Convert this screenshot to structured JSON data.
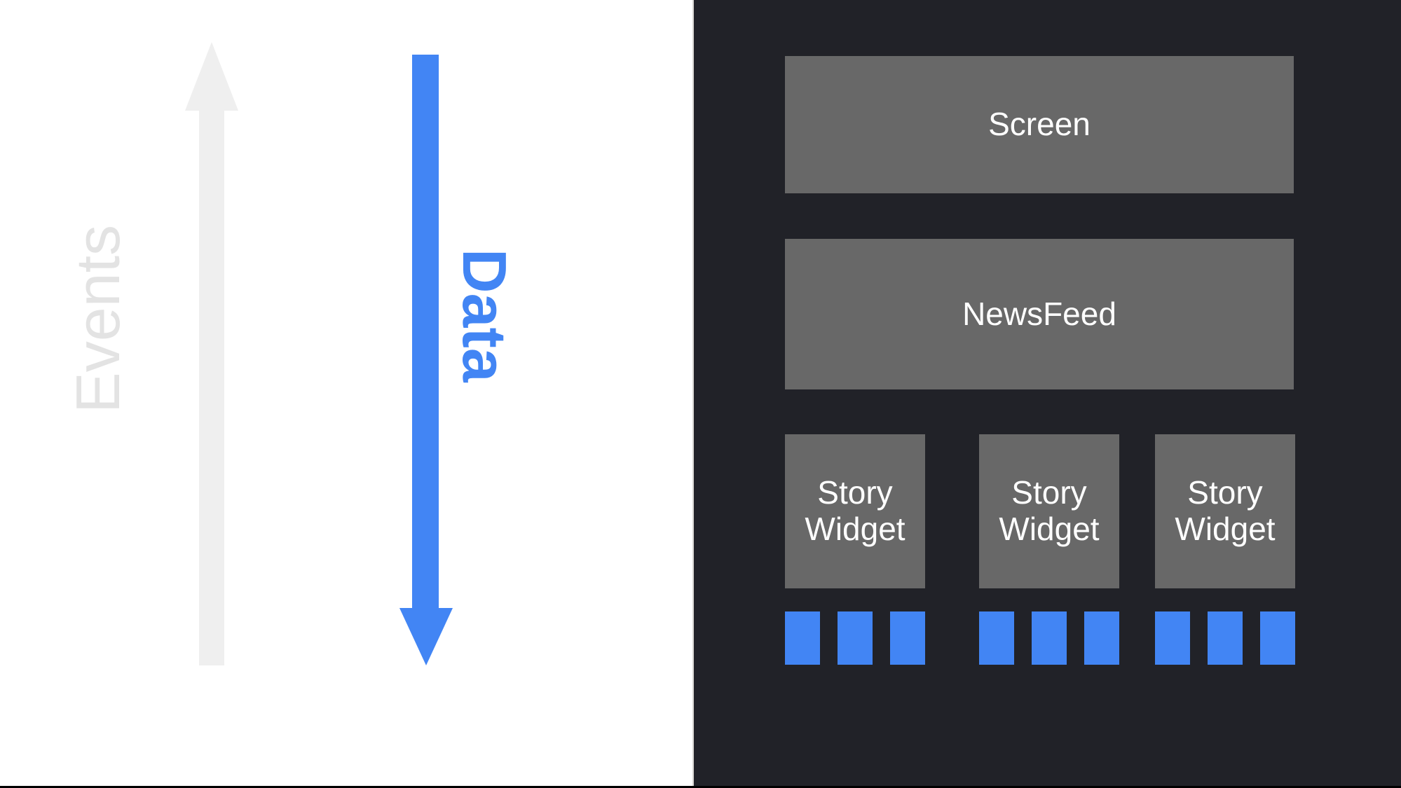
{
  "diagram": {
    "title": "Unidirectional data flow diagram",
    "colors": {
      "background_light": "#ffffff",
      "background_dark": "#212228",
      "box_grey": "#686868",
      "accent_blue": "#4285f4",
      "events_grey": "#efefef",
      "events_text_grey": "#e3e3e3",
      "box_text": "#ffffff"
    }
  },
  "flows": {
    "events": {
      "label": "Events",
      "direction": "up",
      "color": "#efefef"
    },
    "data": {
      "label": "Data",
      "direction": "down",
      "color": "#4285f4"
    }
  },
  "widget_tree": {
    "screen": {
      "label": "Screen"
    },
    "newsfeed": {
      "label": "NewsFeed"
    },
    "stories": [
      {
        "label": "Story\nWidget",
        "line1": "Story",
        "line2": "Widget",
        "bars": [
          "bar-1",
          "bar-2",
          "bar-3"
        ]
      },
      {
        "label": "Story\nWidget",
        "line1": "Story",
        "line2": "Widget",
        "bars": [
          "bar-1",
          "bar-2",
          "bar-3"
        ]
      },
      {
        "label": "Story\nWidget",
        "line1": "Story",
        "line2": "Widget",
        "bars": [
          "bar-1",
          "bar-2",
          "bar-3"
        ]
      }
    ]
  }
}
